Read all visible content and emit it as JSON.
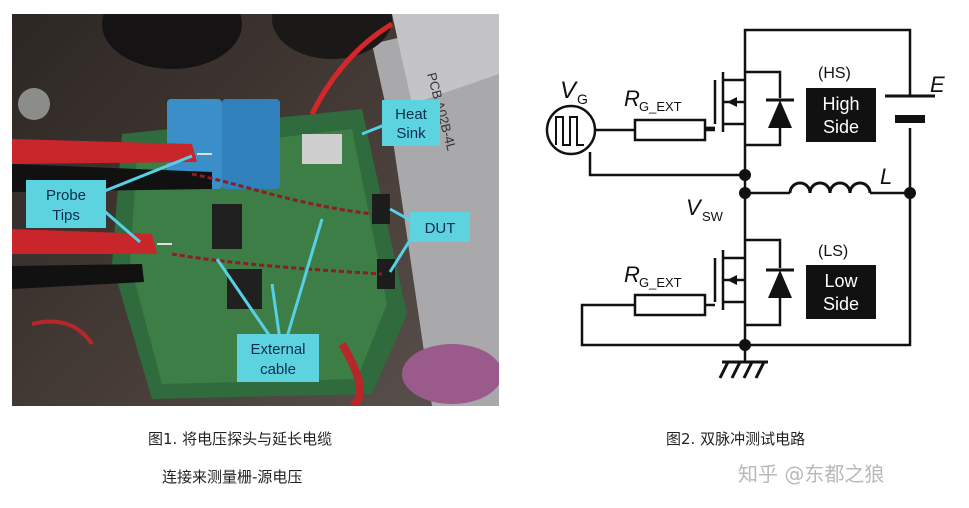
{
  "photo": {
    "labels": {
      "probe_tips_line1": "Probe",
      "probe_tips_line2": "Tips",
      "heat_sink_line1": "Heat",
      "heat_sink_line2": "Sink",
      "dut": "DUT",
      "external_cable_line1": "External",
      "external_cable_line2": "cable"
    },
    "pcb_text": "PCB A02B-4L",
    "caption_line1": "图1. 将电压探头与延长电缆",
    "caption_line2": "连接来测量栅-源电压"
  },
  "schematic": {
    "vg_main": "V",
    "vg_sub": "G",
    "rg_ext_main_top": "R",
    "rg_ext_sub_top": "G_EXT",
    "rg_ext_main_bottom": "R",
    "rg_ext_sub_bottom": "G_EXT",
    "hs_tag": "(HS)",
    "hs_box_line1": "High",
    "hs_box_line2": "Side",
    "ls_tag": "(LS)",
    "ls_box_line1": "Low",
    "ls_box_line2": "Side",
    "e_label": "E",
    "l_label": "L",
    "vsw_main": "V",
    "vsw_sub": "SW",
    "caption": "图2. 双脉冲测试电路"
  },
  "watermark": "知乎 @东都之狼",
  "colors": {
    "label_box": "#5ed3e0",
    "label_arrow": "#57d0e6",
    "box_fill": "#111111",
    "wire": "#111111"
  }
}
